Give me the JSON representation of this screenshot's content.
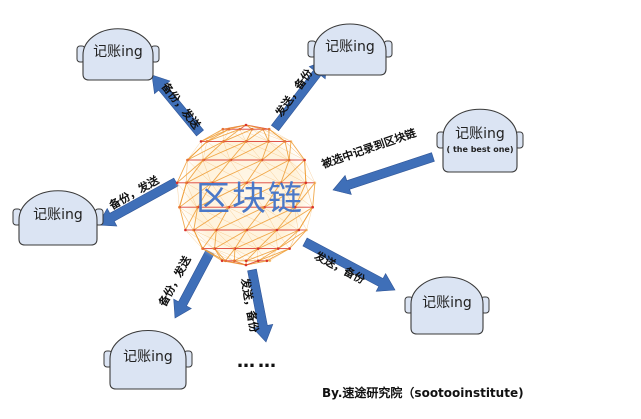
{
  "center": {
    "label": "区块链"
  },
  "nodes": [
    {
      "label": "记账ing"
    },
    {
      "label": "记账ing"
    },
    {
      "label": "记账ing",
      "sub": "( the best one)"
    },
    {
      "label": "记账ing"
    },
    {
      "label": "记账ing"
    },
    {
      "label": "记账ing"
    }
  ],
  "arrows": [
    {
      "label": "备份，发送"
    },
    {
      "label": "发送，备份"
    },
    {
      "label": "被选中记录到区块链"
    },
    {
      "label": "备份，发送"
    },
    {
      "label": "发送，备份"
    },
    {
      "label": "备份，发送"
    },
    {
      "label": "发送，备份"
    }
  ],
  "ellipsis": "……",
  "credit": "By.速途研究院（sootooinstitute)",
  "colors": {
    "arrow": "#3f6fb8",
    "node_fill": "#dbe4f3",
    "node_stroke": "#3a3a3a",
    "globe_orange": "#f0a03a",
    "globe_red": "#d9342b",
    "center_text": "#4a78c8"
  }
}
